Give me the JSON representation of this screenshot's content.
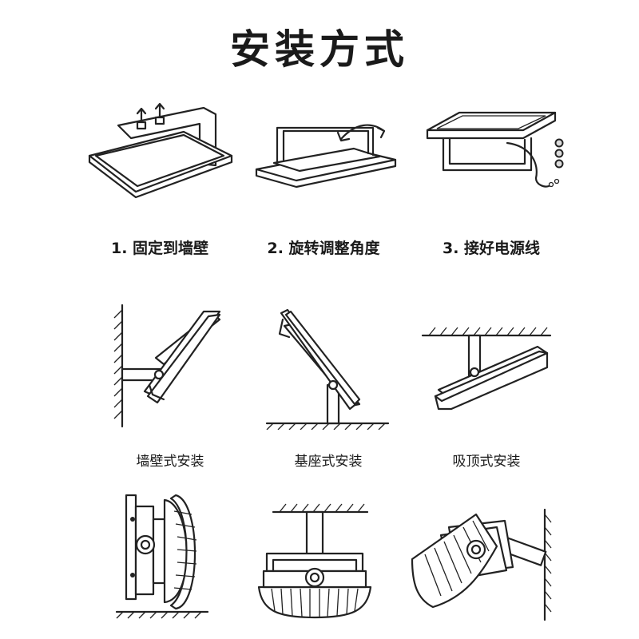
{
  "title": "安装方式",
  "steps": [
    {
      "label": "1. 固定到墙壁",
      "icon": "wall-fixing-icon"
    },
    {
      "label": "2. 旋转调整角度",
      "icon": "rotate-angle-icon"
    },
    {
      "label": "3. 接好电源线",
      "icon": "power-cable-icon"
    }
  ],
  "mounting": [
    {
      "label": "墙壁式安装",
      "icon": "wall-mount-icon"
    },
    {
      "label": "基座式安装",
      "icon": "base-mount-icon"
    },
    {
      "label": "吸顶式安装",
      "icon": "ceiling-mount-icon"
    }
  ],
  "highbay_examples": [
    {
      "icon": "wall-highbay-icon"
    },
    {
      "icon": "pendant-highbay-icon"
    },
    {
      "icon": "angled-wall-highbay-icon"
    }
  ]
}
